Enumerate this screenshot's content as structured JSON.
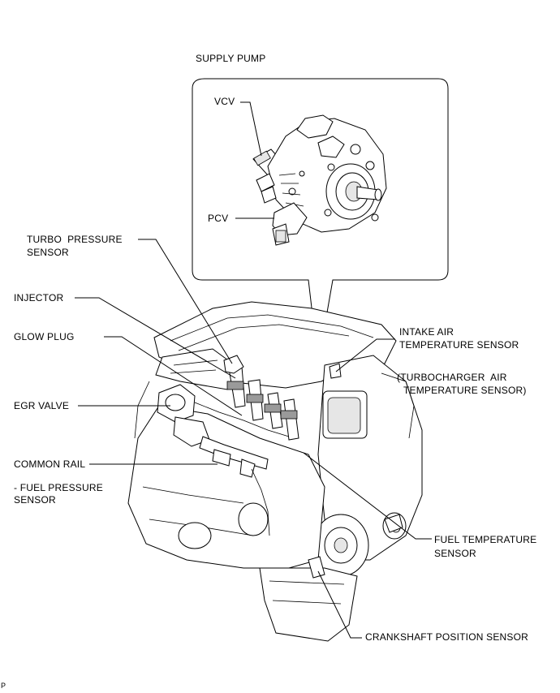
{
  "labels": {
    "supply_pump": "SUPPLY PUMP",
    "vcv": "VCV",
    "pcv": "PCV",
    "turbo_pressure_sensor_line1": "TURBO  PRESSURE",
    "turbo_pressure_sensor_line2": "SENSOR",
    "injector": "INJECTOR",
    "glow_plug": "GLOW PLUG",
    "egr_valve": "EGR VALVE",
    "common_rail": "COMMON RAIL",
    "fuel_pressure_sensor_line1": "- FUEL PRESSURE",
    "fuel_pressure_sensor_line2": "SENSOR",
    "intake_air_temp_line1": "INTAKE AIR",
    "intake_air_temp_line2": "TEMPERATURE SENSOR",
    "turbocharger_air_temp_line1": "(TURBOCHARGER  AIR",
    "turbocharger_air_temp_line2": "TEMPERATURE SENSOR)",
    "fuel_temp_line1": "FUEL TEMPERATURE",
    "fuel_temp_line2": "SENSOR",
    "crankshaft_position_sensor": "CRANKSHAFT POSITION SENSOR",
    "corner_mark": "P"
  }
}
